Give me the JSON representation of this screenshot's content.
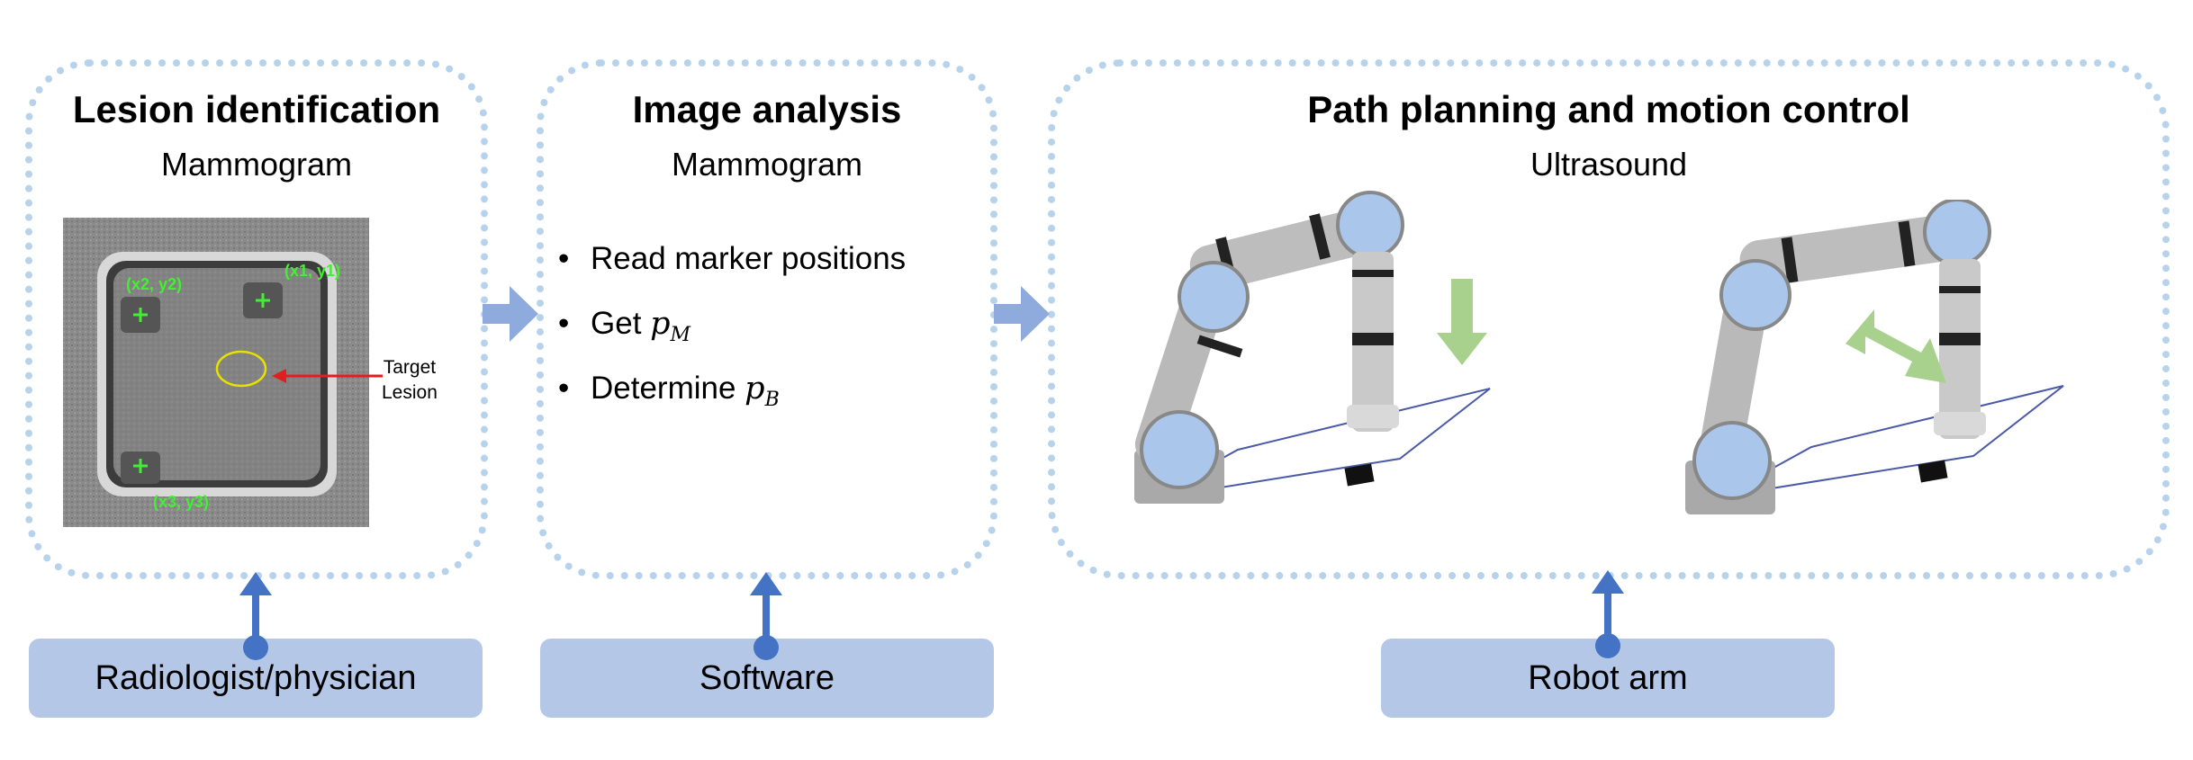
{
  "stages": [
    {
      "title": "Lesion identification",
      "subtitle": "Mammogram"
    },
    {
      "title": "Image analysis",
      "subtitle": "Mammogram"
    },
    {
      "title": "Path planning and motion control",
      "subtitle": "Ultrasound"
    }
  ],
  "mammogram": {
    "marker_labels": [
      "(x1, y1)",
      "(x2, y2)",
      "(x3, y3)"
    ],
    "target_label_line1": "Target",
    "target_label_line2": "Lesion"
  },
  "analysis_steps": [
    {
      "text": "Read marker positions"
    },
    {
      "text": "Get ",
      "math_var": "p",
      "math_sub": "M"
    },
    {
      "text": "Determine ",
      "math_var": "p",
      "math_sub": "B"
    }
  ],
  "actors": [
    "Radiologist/physician",
    "Software",
    "Robot arm"
  ],
  "colors": {
    "stage_border": "#b7d3ec",
    "actor_fill": "#b4c7e7",
    "flow_arrow": "#8faadc",
    "link_arrow": "#4472c4",
    "motion_arrow": "#a9d18e",
    "marker_green": "#44ee33",
    "lesion_outline": "#e8e000",
    "lesion_arrow": "#e02020"
  },
  "icons": [
    "robot-arm-down-icon",
    "robot-arm-sweep-icon",
    "flow-arrow-icon",
    "link-arrow-icon"
  ]
}
